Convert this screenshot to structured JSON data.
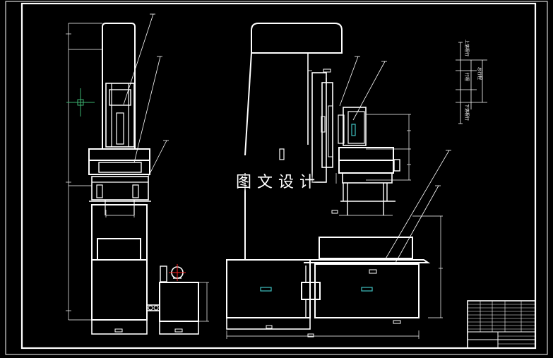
{
  "watermark": "图文设计",
  "palette": {
    "background": "#000000",
    "lines": "#ffffff",
    "accent_cyan": "#40c0c0",
    "crosshair_green": "#3cb371",
    "crosshair_red": "#ff2020"
  },
  "annotations": {
    "dim_upper": "上落程行",
    "dim_middle": "行程",
    "dim_lower": "下落程行",
    "dim_total": "总行程"
  }
}
